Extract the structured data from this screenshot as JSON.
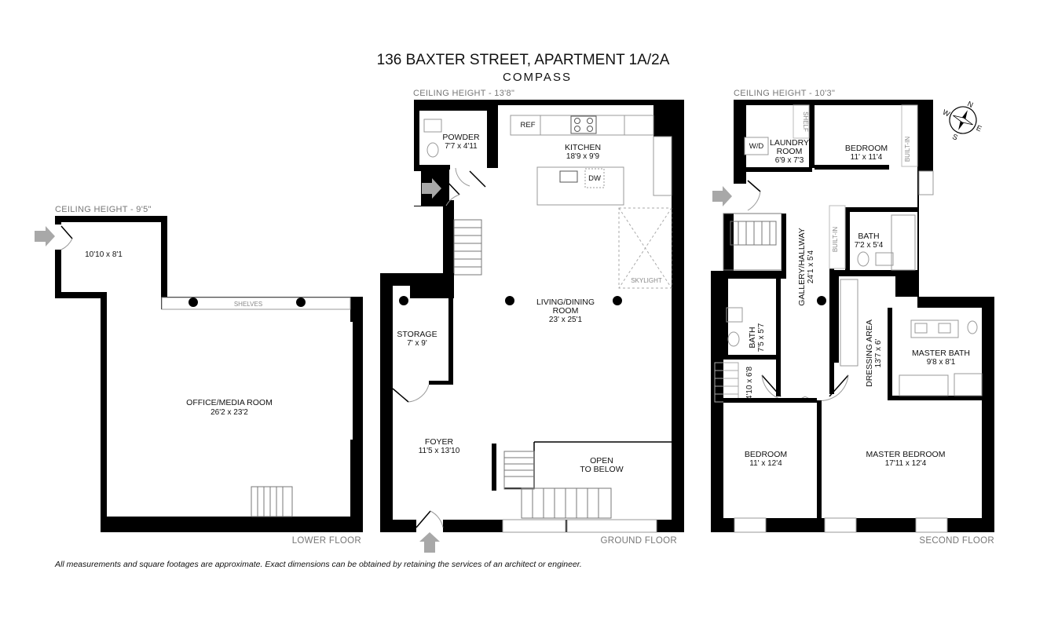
{
  "header": {
    "title": "136 BAXTER STREET, APARTMENT 1A/2A",
    "brand": "COMPASS"
  },
  "floors": {
    "lower": {
      "label": "LOWER FLOOR",
      "ceiling": "CEILING HEIGHT - 9'5\"",
      "rooms": {
        "entry": {
          "dims": "10'10 x 8'1"
        },
        "office": {
          "name": "OFFICE/MEDIA ROOM",
          "dims": "26'2 x 23'2"
        }
      },
      "shelves": "SHELVES"
    },
    "ground": {
      "label": "GROUND FLOOR",
      "ceiling": "CEILING HEIGHT - 13'8\"",
      "rooms": {
        "powder": {
          "name": "POWDER",
          "dims": "7'7 x 4'11"
        },
        "kitchen": {
          "name": "KITCHEN",
          "dims": "18'9 x 9'9"
        },
        "living_a": {
          "name": "LIVING/DINING"
        },
        "living_b": {
          "name": "ROOM",
          "dims": "23' x 25'1"
        },
        "storage": {
          "name": "STORAGE",
          "dims": "7' x 9'"
        },
        "foyer": {
          "name": "FOYER",
          "dims": "11'5 x 13'10"
        },
        "open_a": {
          "name": "OPEN"
        },
        "open_b": {
          "name": "TO BELOW"
        }
      },
      "fixtures": {
        "ref": "REF",
        "dw": "DW",
        "skylight": "SKYLIGHT"
      }
    },
    "second": {
      "label": "SECOND FLOOR",
      "ceiling": "CEILING HEIGHT - 10'3\"",
      "rooms": {
        "laundry_a": {
          "name": "LAUNDRY"
        },
        "laundry_b": {
          "name": "ROOM",
          "dims": "6'9 x 7'3"
        },
        "bedroom1": {
          "name": "BEDROOM",
          "dims": "11' x 11'4"
        },
        "bath1": {
          "name": "BATH",
          "dims": "7'2 x 5'4"
        },
        "gallery": {
          "name": "GALLERY/HALLWAY",
          "dims": "24'1 x 5'4"
        },
        "bath2": {
          "name": "BATH",
          "dims": "7'5 x 5'7"
        },
        "closet": {
          "dims": "4'10 x 6'8"
        },
        "dressing": {
          "name": "DRESSING AREA",
          "dims": "13'7 x 6'"
        },
        "master_bath": {
          "name": "MASTER BATH",
          "dims": "9'8 x 8'1"
        },
        "bedroom2": {
          "name": "BEDROOM",
          "dims": "11' x 12'4"
        },
        "master_bedroom": {
          "name": "MASTER BEDROOM",
          "dims": "17'11 x 12'4"
        }
      },
      "fixtures": {
        "wd": "W/D",
        "shelf": "SHELF",
        "builtin": "BUILT-IN",
        "builtin2": "BUILT-IN"
      }
    }
  },
  "compass": {
    "n": "N",
    "s": "S",
    "e": "E",
    "w": "W"
  },
  "disclaimer": "All measurements and square footages are approximate. Exact dimensions can be obtained by retaining the services of an architect or engineer."
}
